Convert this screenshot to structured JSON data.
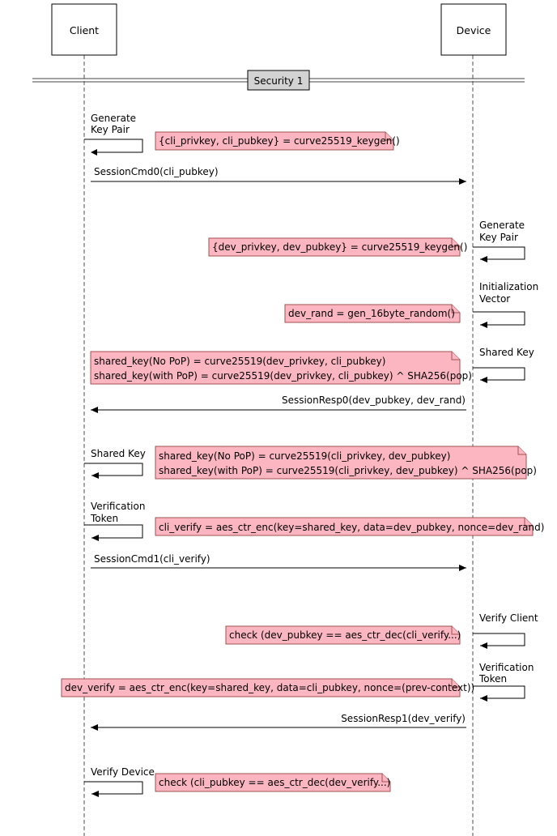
{
  "participants": {
    "client": "Client",
    "device": "Device"
  },
  "divider": "Security 1",
  "steps": [
    {
      "label": [
        "Generate",
        "Key Pair"
      ]
    },
    {
      "note": [
        "{cli_privkey, cli_pubkey} = curve25519_keygen()"
      ]
    },
    {
      "message": "SessionCmd0(cli_pubkey)"
    },
    {
      "label": [
        "Generate",
        "Key Pair"
      ]
    },
    {
      "note": [
        "{dev_privkey, dev_pubkey} = curve25519_keygen()"
      ]
    },
    {
      "label": [
        "Initialization",
        "Vector"
      ]
    },
    {
      "note": [
        "dev_rand = gen_16byte_random()"
      ]
    },
    {
      "label": [
        "Shared Key"
      ]
    },
    {
      "note": [
        "shared_key(No PoP) = curve25519(dev_privkey, cli_pubkey)",
        "shared_key(with PoP) = curve25519(dev_privkey, cli_pubkey) ^ SHA256(pop)"
      ]
    },
    {
      "message": "SessionResp0(dev_pubkey, dev_rand)"
    },
    {
      "label": [
        "Shared Key"
      ]
    },
    {
      "note": [
        "shared_key(No PoP) = curve25519(cli_privkey, dev_pubkey)",
        "shared_key(with PoP) = curve25519(cli_privkey, dev_pubkey) ^ SHA256(pop)"
      ]
    },
    {
      "label": [
        "Verification",
        "Token"
      ]
    },
    {
      "note": [
        "cli_verify = aes_ctr_enc(key=shared_key, data=dev_pubkey, nonce=dev_rand)"
      ]
    },
    {
      "message": "SessionCmd1(cli_verify)"
    },
    {
      "label": [
        "Verify Client"
      ]
    },
    {
      "note": [
        "check (dev_pubkey == aes_ctr_dec(cli_verify...)"
      ]
    },
    {
      "label": [
        "Verification",
        "Token"
      ]
    },
    {
      "note": [
        "dev_verify = aes_ctr_enc(key=shared_key, data=cli_pubkey, nonce=(prev-context))"
      ]
    },
    {
      "message": "SessionResp1(dev_verify)"
    },
    {
      "label": [
        "Verify Device"
      ]
    },
    {
      "note": [
        "check (cli_pubkey == aes_ctr_dec(dev_verify...)"
      ]
    }
  ]
}
